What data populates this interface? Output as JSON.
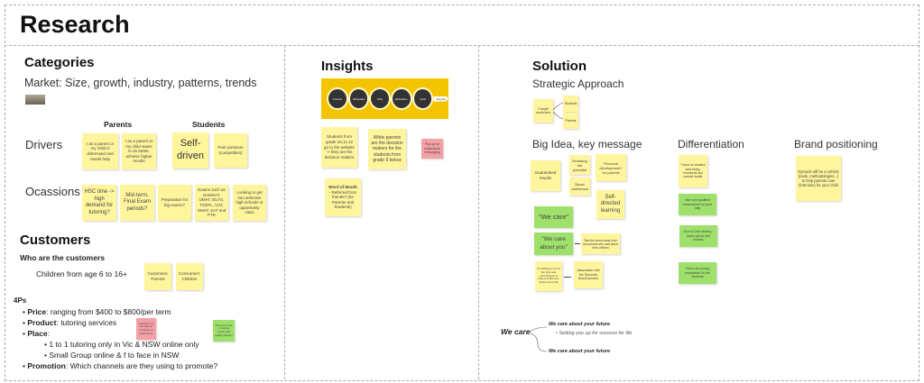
{
  "title": "Research",
  "categories": {
    "heading": "Categories",
    "market": "Market: Size, growth, industry, patterns, trends",
    "parents_label": "Parents",
    "students_label": "Students",
    "drivers_label": "Drivers",
    "occasions_label": "Ocassions",
    "drivers_notes": [
      "I as a parent or my child is distressed and needs help",
      "I as a parent or my child wants to do better, achieve higher results",
      "Self-driven",
      "Peer pressure (competition)"
    ],
    "occasions_notes": [
      "HSC time -> high demand for tutoring?",
      "Mid-term, Final Exam periods?",
      "Preparation for big exams?",
      "Exams such as GAMSAT, UMAT, IELTS, TOEFL, UAT, GMAT, SAT and PTE",
      "Looking to get into selective high schools or opportunity class"
    ]
  },
  "customers": {
    "heading": "Customers",
    "who": "Who are the customers",
    "children": "Children from age 6 to 16+",
    "notes": [
      "Customers: Parents",
      "Consumers: Children"
    ],
    "fourps": "4Ps",
    "price_label": "Price",
    "price": ": ranging from $400 to $800/per term",
    "product_label": "Product",
    "product": ": tutoring services",
    "place_label": "Place",
    "place": ":",
    "place_items": [
      "1 to 1 tutoring only in Vic & NSW online only",
      "Small Group online & f to face in NSW"
    ],
    "promotion_label": "Promotion",
    "promotion": ": Which channels are they using to promote?",
    "red_note": "Question: do we want to compete at local level?",
    "green_note": "Dymock is the 1 tutoring centre with quality delivery"
  },
  "insights": {
    "heading": "Insights",
    "banner_steps": [
      "Context",
      "Obstacles",
      "Why",
      "Motivation",
      "Goal",
      "Journey"
    ],
    "notes": [
      "Students from grade 10,11,12 go to the website -> they are the decision makers",
      "While parents are the decision makers for the students from grade 9 below",
      "Pop up for customised messaging"
    ],
    "wom_title": "Word of Mouth",
    "wom_text": "- Referred from friends? (for Parents and Students)"
  },
  "solution": {
    "heading": "Solution",
    "strategic": "Strategic Approach",
    "strategic_notes": [
      "2 target audiences",
      "Students",
      "Parents"
    ],
    "big_idea": "Big Idea, key message",
    "big_notes": [
      "Guaranteed results",
      "Realising the potential",
      "Boost confidence",
      "Personal development? for parents",
      "Self-directed learning"
    ],
    "we_care": "\"We care\"",
    "we_care_you": "\"We care about you\"",
    "take_note": "Take the stress away from the parents who care about their children",
    "combining_note": "Combining a sort of fun time and commitment to help to build your future up for life",
    "association_note": "Association with the Dymocks Brand (books)",
    "differentiation": "Differentiation",
    "diff_notes": [
      "Focus on student well-being, emotional and mental health",
      "Nice and qualified environment for your help",
      "One to One tutoring - tutors act as role models",
      "Tutors are young, empathetic for the students"
    ],
    "brand": "Brand positioning",
    "brand_note": "Dymock will be a vehicle (tools, methodologies...) to help parents care (intention) for your child",
    "tagline": "We care",
    "tag1": "We care about your future",
    "tag1_sub": "Setting you up for success for life",
    "tag2": "We care about your future"
  },
  "colors": {
    "yellow_note": "#fff59d",
    "green_note": "#9ee06a",
    "red_note": "#f4a0a5",
    "banner": "#f5c400"
  }
}
